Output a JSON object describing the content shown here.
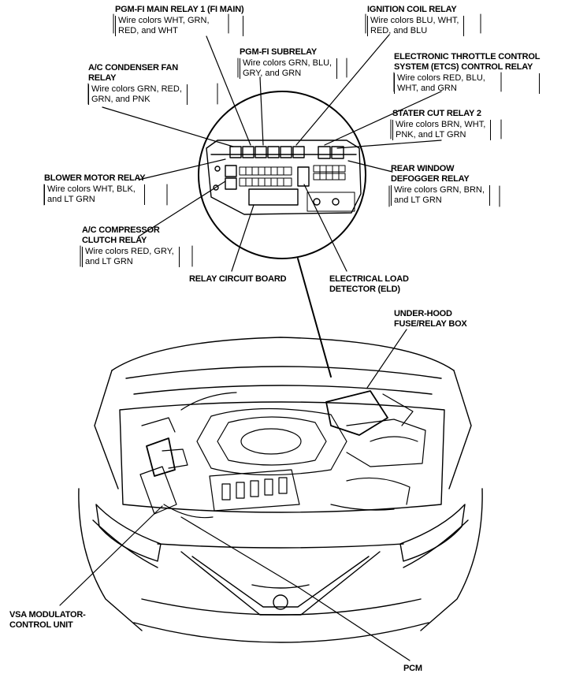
{
  "labels": {
    "pgmfi_main_relay": {
      "title": "PGM-FI MAIN RELAY 1 (FI MAIN)",
      "wires": "Wire colors  WHT, GRN,\nRED, and WHT"
    },
    "ignition_coil_relay": {
      "title": "IGNITION COIL RELAY",
      "wires": "Wire colors  BLU, WHT,\nRED, and BLU"
    },
    "pgmfi_subrelay": {
      "title": "PGM-FI SUBRELAY",
      "wires": "Wire colors  GRN, BLU,\nGRY, and GRN"
    },
    "etcs_control_relay": {
      "title": "ELECTRONIC THROTTLE CONTROL\nSYSTEM (ETCS) CONTROL RELAY",
      "wires": "Wire colors  RED, BLU,\nWHT, and GRN"
    },
    "ac_condenser_fan_relay": {
      "title": "A/C CONDENSER FAN\nRELAY",
      "wires": "Wire colors  GRN, RED,\nGRN, and PNK"
    },
    "starter_cut_relay_2": {
      "title": "STATER CUT RELAY 2",
      "wires": "Wire colors  BRN, WHT,\nPNK, and LT GRN"
    },
    "blower_motor_relay": {
      "title": "BLOWER MOTOR RELAY",
      "wires": "Wire colors  WHT, BLK,\nand LT GRN"
    },
    "rear_window_defogger_relay": {
      "title": "REAR WINDOW\nDEFOGGER RELAY",
      "wires": "Wire colors  GRN, BRN,\nand LT GRN"
    },
    "ac_compressor_clutch_relay": {
      "title": "A/C COMPRESSOR\nCLUTCH RELAY",
      "wires": "Wire colors  RED, GRY,\nand LT GRN"
    },
    "relay_circuit_board": {
      "title": "RELAY CIRCUIT BOARD"
    },
    "eld": {
      "title": "ELECTRICAL LOAD\nDETECTOR (ELD)"
    },
    "under_hood_box": {
      "title": "UNDER-HOOD\nFUSE/RELAY BOX"
    },
    "vsa_unit": {
      "title": "VSA MODULATOR-\nCONTROL UNIT"
    },
    "pcm": {
      "title": "PCM"
    }
  }
}
